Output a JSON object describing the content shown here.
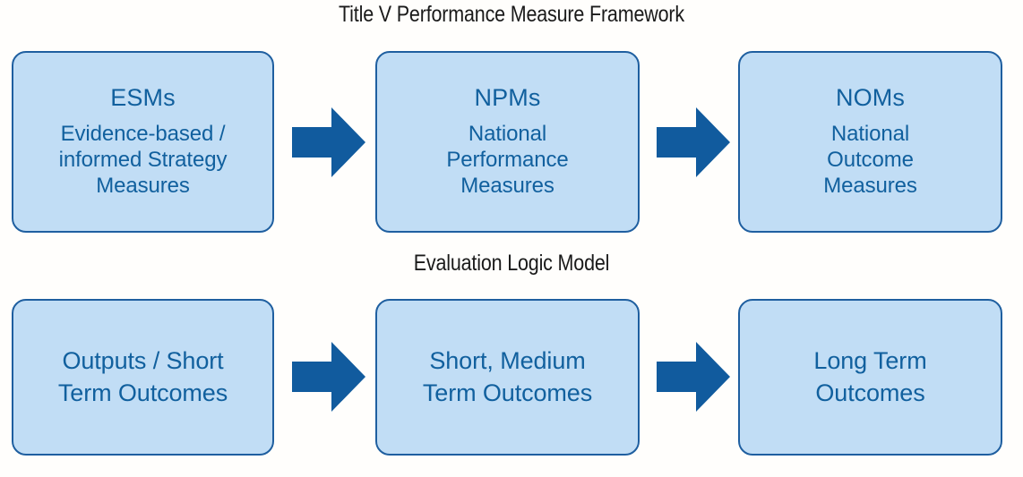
{
  "diagram": {
    "title": "Title V Performance Measure Framework",
    "subtitle": "Evaluation Logic Model",
    "colors": {
      "box_fill": "#C1DDF5",
      "box_border": "#1F5FA0",
      "box_text": "#11609E",
      "arrow_fill": "#115B9E",
      "heading_text": "#1A1A1A",
      "background": "#FFFEFC"
    },
    "rows": [
      {
        "name": "performance-measure-framework",
        "label": "Title V Performance Measure Framework",
        "boxes": [
          {
            "id": "esms",
            "abbr": "ESMs",
            "desc": "Evidence-based /\ninformed Strategy\nMeasures",
            "desc_lines": [
              "Evidence-based /",
              "informed Strategy",
              "Measures"
            ]
          },
          {
            "id": "npms",
            "abbr": "NPMs",
            "desc": "National\nPerformance\nMeasures",
            "desc_lines": [
              "National",
              "Performance",
              "Measures"
            ]
          },
          {
            "id": "noms",
            "abbr": "NOMs",
            "desc": "National\nOutcome\nMeasures",
            "desc_lines": [
              "National",
              "Outcome",
              "Measures"
            ]
          }
        ],
        "arrows": [
          {
            "id": "esms-to-npms",
            "from": "esms",
            "to": "npms",
            "direction": "right"
          },
          {
            "id": "npms-to-noms",
            "from": "npms",
            "to": "noms",
            "direction": "right"
          }
        ]
      },
      {
        "name": "evaluation-logic-model",
        "label": "Evaluation Logic Model",
        "boxes": [
          {
            "id": "outputs-short-term",
            "abbr": "",
            "desc": "Outputs / Short\nTerm Outcomes",
            "desc_lines": [
              "Outputs / Short",
              "Term Outcomes"
            ]
          },
          {
            "id": "short-medium-term",
            "abbr": "",
            "desc": "Short, Medium\nTerm Outcomes",
            "desc_lines": [
              "Short, Medium",
              "Term Outcomes"
            ]
          },
          {
            "id": "long-term",
            "abbr": "",
            "desc": "Long Term\nOutcomes",
            "desc_lines": [
              "Long Term",
              "Outcomes"
            ]
          }
        ],
        "arrows": [
          {
            "id": "outputs-to-medium",
            "from": "outputs-short-term",
            "to": "short-medium-term",
            "direction": "right"
          },
          {
            "id": "medium-to-long",
            "from": "short-medium-term",
            "to": "long-term",
            "direction": "right"
          }
        ]
      }
    ]
  }
}
